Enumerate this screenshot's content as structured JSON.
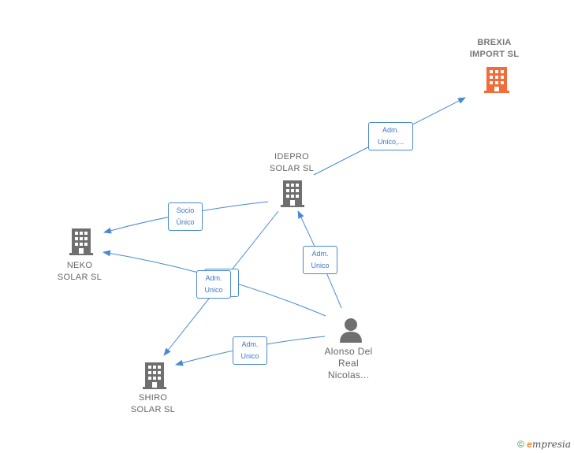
{
  "nodes": {
    "brexia": {
      "line1": "BREXIA",
      "line2": "IMPORT  SL"
    },
    "idepro": {
      "line1": "IDEPRO",
      "line2": "SOLAR  SL"
    },
    "neko": {
      "line1": "NEKO",
      "line2": "SOLAR  SL"
    },
    "shiro": {
      "line1": "SHIRO",
      "line2": "SOLAR  SL"
    },
    "person": {
      "line1": "Alonso Del",
      "line2": "Real",
      "line3": "Nicolas..."
    }
  },
  "edges": {
    "idepro_brexia": {
      "line1": "Adm.",
      "line2": "Unico,..."
    },
    "idepro_neko": {
      "line1": "Socio",
      "line2": "Único"
    },
    "person_idepro": {
      "line1": "Adm.",
      "line2": "Unico"
    },
    "person_neko": {
      "line1": "Adm.",
      "line2": "Unico"
    },
    "person_shiro": {
      "line1": "Adm.",
      "line2": "Unico"
    }
  },
  "footer": {
    "copyright": "©",
    "brand_initial": "e",
    "brand_rest": "mpresia"
  },
  "colors": {
    "company": "#6f6f6f",
    "company_highlight": "#f26b3a",
    "edge": "#4a89d0",
    "person": "#6f6f6f"
  }
}
